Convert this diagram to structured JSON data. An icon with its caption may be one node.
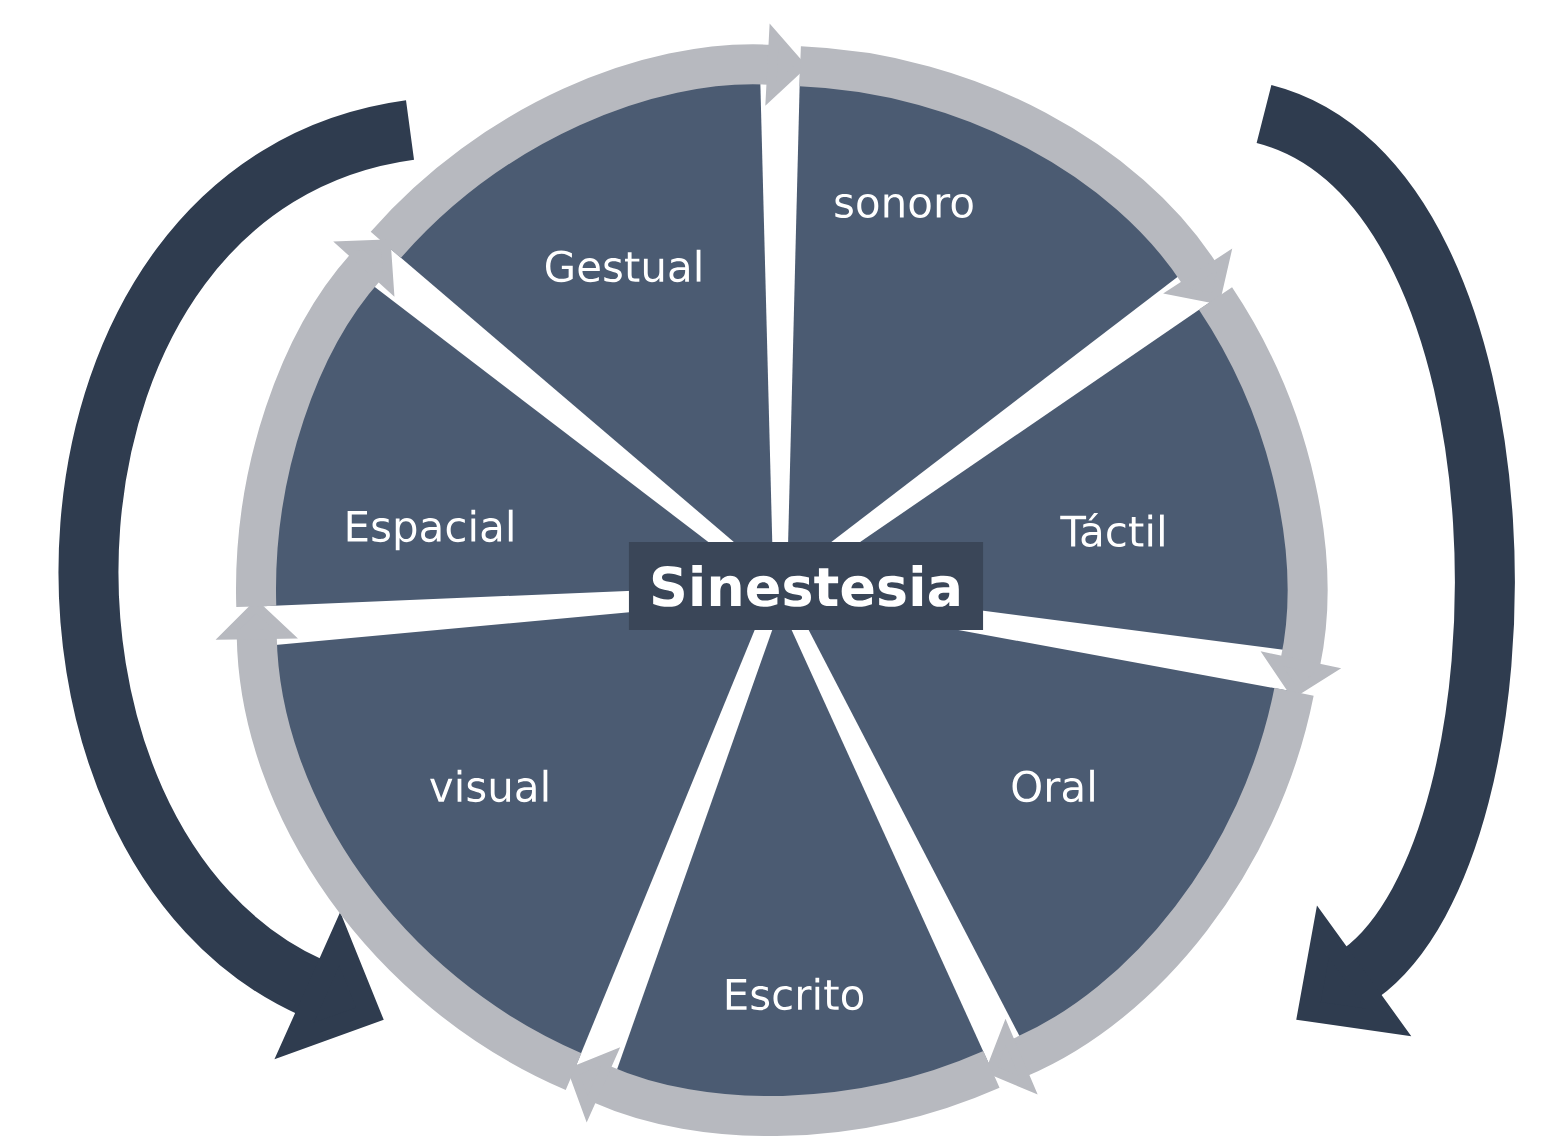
{
  "diagram": {
    "nodes": [
      {
        "text": [
          "Gestual"
        ]
      },
      {
        "text": [
          "sonoro"
        ]
      },
      {
        "text": [
          "Espacial"
        ]
      },
      {
        "text": [
          "Sinestesia"
        ]
      },
      {
        "text": [
          "Táctil"
        ]
      },
      {
        "text": [
          "visual"
        ]
      },
      {
        "text": [
          "Oral"
        ]
      },
      {
        "text": [
          "Escrito"
        ]
      }
    ],
    "edges": [
      {
        "from": 0,
        "to": 1,
        "arrow": "to"
      },
      {
        "from": 1,
        "to": 4,
        "arrow": "to"
      },
      {
        "from": 4,
        "to": 6,
        "arrow": "to"
      },
      {
        "from": 6,
        "to": 7,
        "arrow": "to"
      },
      {
        "from": 7,
        "to": 5,
        "arrow": "to"
      },
      {
        "from": 5,
        "to": 2,
        "arrow": "to"
      },
      {
        "from": 2,
        "to": 0,
        "arrow": "to"
      }
    ]
  }
}
